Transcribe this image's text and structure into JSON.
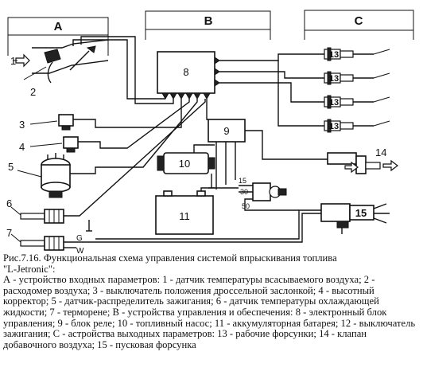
{
  "sections": {
    "a": "A",
    "b": "B",
    "c": "C"
  },
  "components": {
    "c1": "1",
    "c2": "2",
    "c3": "3",
    "c4": "4",
    "c5": "5",
    "c6": "6",
    "c7": "7",
    "c8": "8",
    "c9": "9",
    "c10": "10",
    "c11": "11",
    "c13": "13",
    "c14": "14",
    "c15": "15"
  },
  "terminals": {
    "t15": "15",
    "t30": "30",
    "t50": "50",
    "g": "G",
    "w": "W"
  },
  "caption": {
    "line1": "Рис.7.16. Функциональная схема управления системой впрыскивания топлива",
    "line2": "\"L-Jetronic\":",
    "body": "А - устройство входных параметров: 1 - датчик температуры всасываемого воздуха; 2 - расходомер воздуха; 3 - выключатель положения дроссельной заслонкой; 4 - высотный корректор; 5 - датчик-распределитель зажигания; 6 - датчик температуры охлаждающей жидкости; 7 - терморене; В - устройства управления и обеспечения: 8 - электронный блок управления; 9 - блок реле; 10 - топливный насос;  11 - аккумуляторная батарея; 12 - выключатель зажигания; С - астройства выходных параметров: 13 - рабочие форсунки; 14 - клапан добавочного воздуха; 15 - пусковая форсунка"
  }
}
